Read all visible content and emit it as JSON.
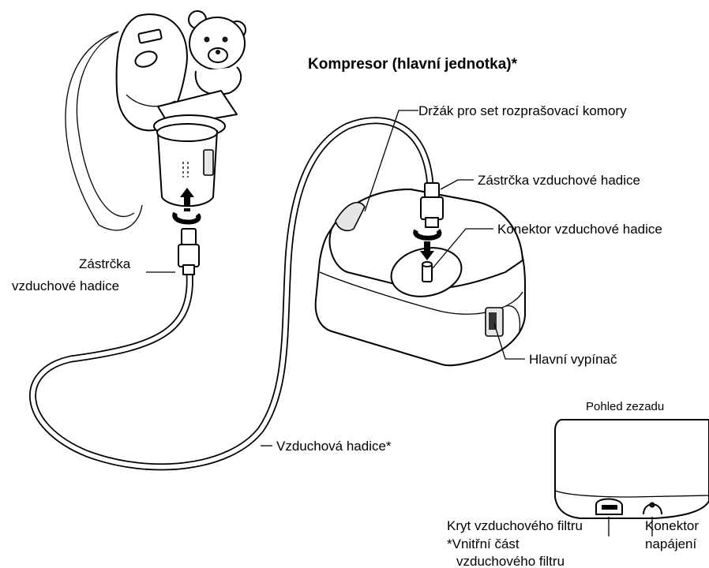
{
  "title": "Kompresor (hlavní jednotka)*",
  "labels": {
    "holder": "Držák pro set rozprašovací komory",
    "air_plug_right": "Zástrčka vzduchové hadice",
    "air_connector": "Konektor vzduchové hadice",
    "air_plug_left_1": "Zástrčka",
    "air_plug_left_2": "vzduchové hadice",
    "main_switch": "Hlavní vypínač",
    "air_tube": "Vzduchová hadice*",
    "rear_view": "Pohled zezadu",
    "filter_cover": "Kryt vzduchového filtru",
    "filter_inner_1": "*Vnitřní část",
    "filter_inner_2": "vzduchového filtru",
    "power_connector_1": "Konektor",
    "power_connector_2": "napájení"
  }
}
